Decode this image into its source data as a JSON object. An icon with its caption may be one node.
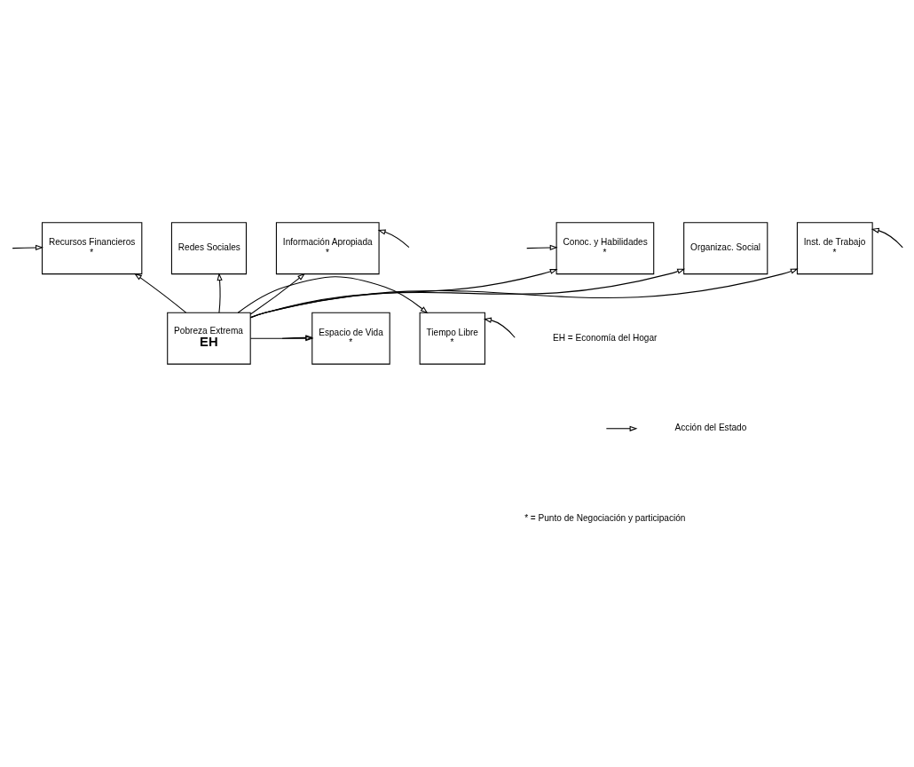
{
  "diagram": {
    "nodes": [
      {
        "text": [
          "Redes Sociales"
        ]
      },
      {
        "text": [
          "Recursos Financieros",
          "*"
        ]
      },
      {
        "text": [
          "Información Apropiada",
          "*"
        ]
      },
      {
        "text": [
          "Pobreza Extrema",
          "EH"
        ]
      },
      {
        "text": [
          "Espacio de Vida",
          "*"
        ]
      },
      {
        "text": [
          "Tiempo Libre",
          "*"
        ]
      },
      {
        "text": [
          "Conoc. y Habilidades",
          "*"
        ]
      },
      {
        "text": [
          "Inst. de Trabajo",
          "*"
        ]
      },
      {
        "text": [
          "Organizac. Social"
        ]
      }
    ],
    "edges": [
      {
        "from": 3,
        "to": 0,
        "arrow": "to"
      },
      {
        "from": 3,
        "to": 1,
        "arrow": "to"
      },
      {
        "from": 3,
        "to": 2,
        "arrow": "to"
      },
      {
        "from": 3,
        "to": 4,
        "arrow": "to"
      },
      {
        "from": 3,
        "to": 5,
        "arrow": "to"
      },
      {
        "from": 3,
        "to": 6,
        "arrow": "to"
      },
      {
        "from": 3,
        "to": 7,
        "arrow": "to"
      },
      {
        "from": 3,
        "to": 8,
        "arrow": "to"
      },
      {
        "from": null,
        "to": 1,
        "arrow": "to"
      },
      {
        "from": null,
        "to": 2,
        "arrow": "to"
      },
      {
        "from": null,
        "to": 4,
        "arrow": "to"
      },
      {
        "from": null,
        "to": 5,
        "arrow": "to"
      },
      {
        "from": null,
        "to": 6,
        "arrow": "to"
      },
      {
        "from": null,
        "to": 7,
        "arrow": "to"
      }
    ],
    "labels": [
      "EH = Economía del Hogar",
      "* = Punto de Negociación y participación"
    ],
    "legend": [
      {
        "text": "Acción del Estado"
      }
    ]
  }
}
